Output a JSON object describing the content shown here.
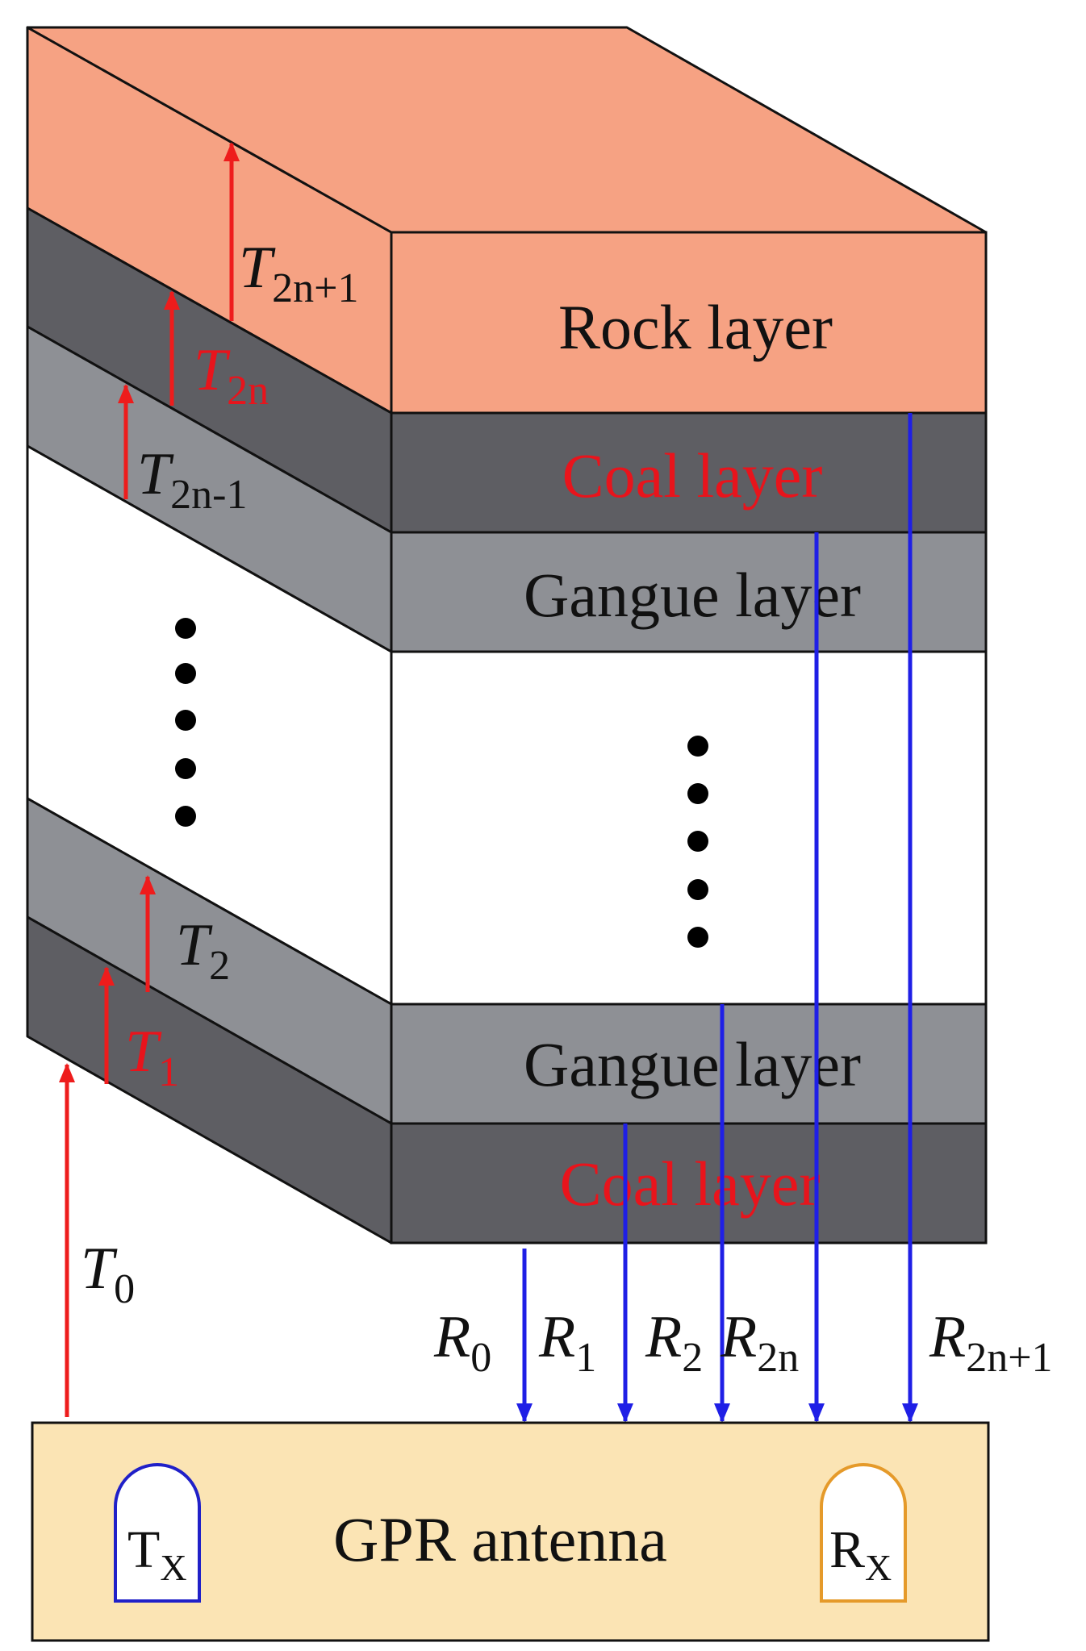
{
  "layers": {
    "rock": "Rock layer",
    "coal_top": "Coal layer",
    "gangue_top": "Gangue layer",
    "gangue_bottom": "Gangue layer",
    "coal_bottom": "Coal layer"
  },
  "transmitted": {
    "t2n1": {
      "sym": "T",
      "sub": "2n+1"
    },
    "t2n": {
      "sym": "T",
      "sub": "2n"
    },
    "t2n_1": {
      "sym": "T",
      "sub": "2n-1"
    },
    "t2": {
      "sym": "T",
      "sub": "2"
    },
    "t1": {
      "sym": "T",
      "sub": "1"
    },
    "t0": {
      "sym": "T",
      "sub": "0"
    }
  },
  "reflected": {
    "r0": {
      "sym": "R",
      "sub": "0"
    },
    "r1": {
      "sym": "R",
      "sub": "1"
    },
    "r2": {
      "sym": "R",
      "sub": "2"
    },
    "r2n": {
      "sym": "R",
      "sub": "2n"
    },
    "r2n1": {
      "sym": "R",
      "sub": "2n+1"
    }
  },
  "antenna": {
    "label": "GPR antenna",
    "tx": {
      "main": "T",
      "sub": "X"
    },
    "rx": {
      "main": "R",
      "sub": "X"
    }
  },
  "colors": {
    "rock": "#f6a283",
    "coal": "#5e5e63",
    "gangue": "#8e9095",
    "antenna": "#fbe4b4",
    "transmit_arrow": "#ee1c1c",
    "reflect_arrow": "#1f1fe6",
    "coal_text": "#e8141c"
  }
}
